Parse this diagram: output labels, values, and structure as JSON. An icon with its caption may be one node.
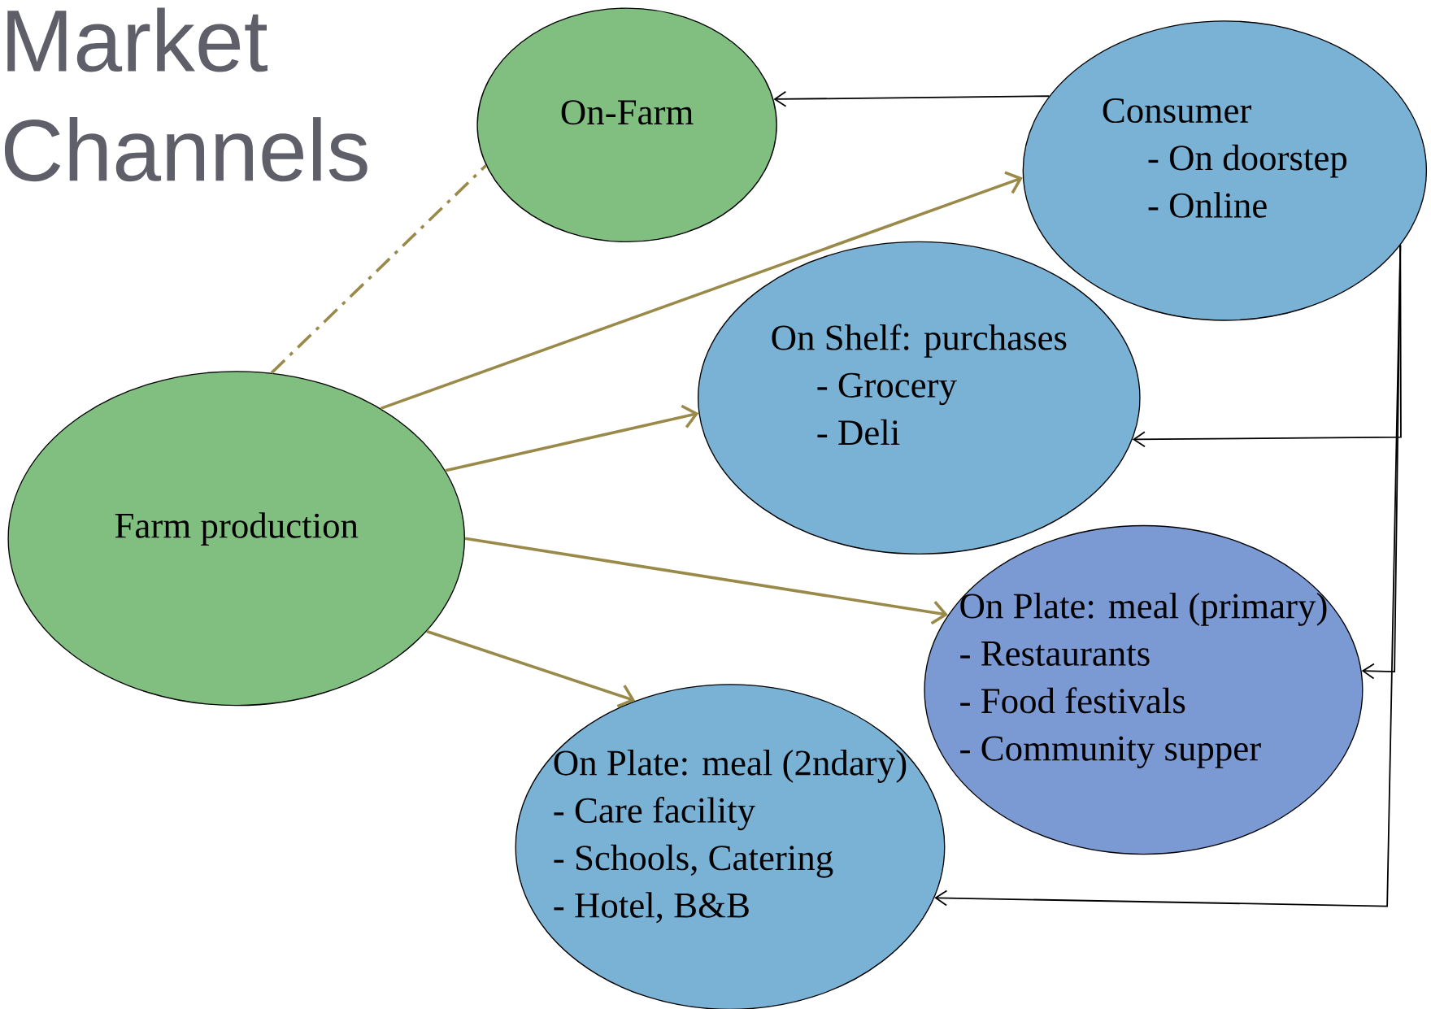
{
  "diagram": {
    "title": "Market Channels",
    "nodes": [
      {
        "text": [
          "On-Farm"
        ]
      },
      {
        "text": [
          "Consumer",
          "- On doorstep",
          "- Online"
        ]
      },
      {
        "text": [
          "Farm production"
        ]
      },
      {
        "text": [
          "On Shelf: purchases",
          "- Grocery",
          "- Deli"
        ]
      },
      {
        "text": [
          "On Plate: meal (primary)",
          "- Restaurants",
          "- Food festivals",
          "- Community supper"
        ]
      },
      {
        "text": [
          "On Plate: meal (2ndary)",
          "- Care facility",
          "- Schools, Catering",
          "- Hotel, B&B"
        ]
      }
    ],
    "edges": [
      {
        "from": 2,
        "to": 0,
        "arrow": "none",
        "style": "dashed"
      },
      {
        "from": 2,
        "to": 1,
        "arrow": "to"
      },
      {
        "from": 2,
        "to": 3,
        "arrow": "to"
      },
      {
        "from": 2,
        "to": 4,
        "arrow": "to"
      },
      {
        "from": 2,
        "to": 5,
        "arrow": "to"
      },
      {
        "from": 1,
        "to": 0,
        "arrow": "to",
        "color": "#000000"
      },
      {
        "from": 1,
        "to": 3,
        "arrow": "to",
        "color": "#000000"
      },
      {
        "from": 1,
        "to": 4,
        "arrow": "to",
        "color": "#000000"
      },
      {
        "from": 1,
        "to": 5,
        "arrow": "to",
        "color": "#000000"
      }
    ]
  }
}
